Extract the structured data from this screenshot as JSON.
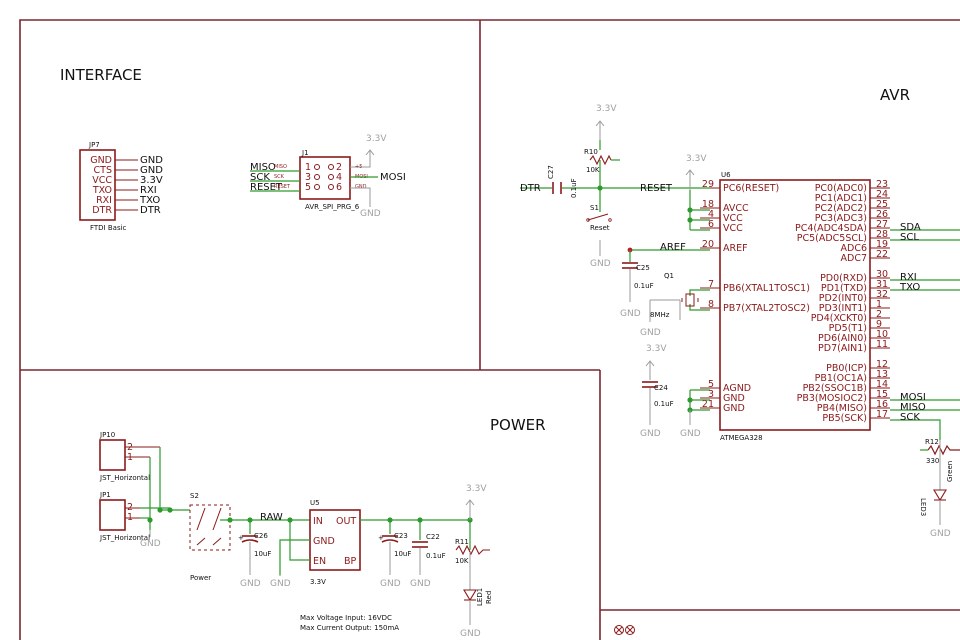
{
  "sections": {
    "interface": "INTERFACE",
    "avr": "AVR",
    "power": "POWER"
  },
  "ftdi": {
    "ref": "JP7",
    "name": "FTDI Basic",
    "pins": [
      "GND",
      "CTS",
      "VCC",
      "TXO",
      "RXI",
      "DTR"
    ],
    "nets": [
      "GND",
      "GND",
      "3.3V",
      "RXI",
      "TXO",
      "DTR"
    ]
  },
  "spi": {
    "ref": "J1",
    "name": "AVR_SPI_PRG_6",
    "left_nets": [
      "MISO",
      "SCK",
      "RESET"
    ],
    "left_small": [
      "MISO",
      "SCK",
      "RESET"
    ],
    "left_nums": [
      "1",
      "3",
      "5"
    ],
    "right_nums": [
      "2",
      "4",
      "6"
    ],
    "right_small": [
      "+5",
      "MOSI",
      "GND"
    ],
    "mosi_net": "MOSI"
  },
  "mcu": {
    "ref": "U6",
    "name": "ATMEGA328",
    "left": [
      {
        "num": "29",
        "label": "PC6(RESET)"
      },
      {
        "num": "18",
        "label": "AVCC"
      },
      {
        "num": "4",
        "label": "VCC"
      },
      {
        "num": "6",
        "label": "VCC"
      },
      {
        "num": "20",
        "label": "AREF"
      },
      {
        "num": "7",
        "label": "PB6(XTAL1TOSC1)"
      },
      {
        "num": "8",
        "label": "PB7(XTAL2TOSC2)"
      },
      {
        "num": "5",
        "label": "AGND"
      },
      {
        "num": "3",
        "label": "GND"
      },
      {
        "num": "21",
        "label": "GND"
      }
    ],
    "right": [
      {
        "num": "23",
        "label": "PC0(ADC0)"
      },
      {
        "num": "24",
        "label": "PC1(ADC1)"
      },
      {
        "num": "25",
        "label": "PC2(ADC2)"
      },
      {
        "num": "26",
        "label": "PC3(ADC3)"
      },
      {
        "num": "27",
        "label": "PC4(ADC4SDA)"
      },
      {
        "num": "28",
        "label": "PC5(ADC5SCL)"
      },
      {
        "num": "19",
        "label": "ADC6"
      },
      {
        "num": "22",
        "label": "ADC7"
      },
      {
        "num": "30",
        "label": "PD0(RXD)"
      },
      {
        "num": "31",
        "label": "PD1(TXD)"
      },
      {
        "num": "32",
        "label": "PD2(INT0)"
      },
      {
        "num": "1",
        "label": "PD3(INT1)"
      },
      {
        "num": "2",
        "label": "PD4(XCKT0)"
      },
      {
        "num": "9",
        "label": "PD5(T1)"
      },
      {
        "num": "10",
        "label": "PD6(AIN0)"
      },
      {
        "num": "11",
        "label": "PD7(AIN1)"
      },
      {
        "num": "12",
        "label": "PB0(ICP)"
      },
      {
        "num": "13",
        "label": "PB1(OC1A)"
      },
      {
        "num": "14",
        "label": "PB2(SSOC1B)"
      },
      {
        "num": "15",
        "label": "PB3(MOSIOC2)"
      },
      {
        "num": "16",
        "label": "PB4(MISO)"
      },
      {
        "num": "17",
        "label": "PB5(SCK)"
      }
    ],
    "right_nets": {
      "sda": "SDA",
      "scl": "SCL",
      "rxi": "RXI",
      "txo": "TXO",
      "mosi": "MOSI",
      "miso": "MISO",
      "sck": "SCK"
    }
  },
  "avr_parts": {
    "r10": {
      "ref": "R10",
      "value": "10K"
    },
    "c27": {
      "ref": "C27",
      "value": "0.1uF"
    },
    "s1": {
      "ref": "S1",
      "name": "Reset"
    },
    "c25": {
      "ref": "C25",
      "value": "0.1uF"
    },
    "q1": {
      "ref": "Q1",
      "value": "8MHz"
    },
    "c24": {
      "ref": "C24",
      "value": "0.1uF"
    },
    "r12": {
      "ref": "R12",
      "value": "330"
    },
    "led": {
      "ref": "LED3",
      "color": "Green"
    },
    "dtr": "DTR",
    "reset": "RESET",
    "aref": "AREF"
  },
  "power": {
    "jp10": {
      "ref": "JP10",
      "name": "JST_Horizontal",
      "pins": [
        "2",
        "1"
      ]
    },
    "jp1": {
      "ref": "JP1",
      "name": "JST_Horizontal",
      "pins": [
        "2",
        "1"
      ]
    },
    "s2": {
      "ref": "S2",
      "name": "Power"
    },
    "raw": "RAW",
    "c26": {
      "ref": "C26",
      "value": "10uF"
    },
    "u5": {
      "ref": "U5",
      "value": "3.3V",
      "pins": [
        "IN",
        "OUT",
        "GND",
        "EN",
        "BP"
      ]
    },
    "c23": {
      "ref": "C23",
      "value": "10uF"
    },
    "c22": {
      "ref": "C22",
      "value": "0.1uF"
    },
    "r11": {
      "ref": "R11",
      "value": "10K"
    },
    "led1": {
      "ref": "LED1",
      "color": "Red"
    },
    "note1": "Max Voltage Input: 16VDC",
    "note2": "Max Current Output: 150mA"
  },
  "labels": {
    "gnd": "GND",
    "v33": "3.3V"
  }
}
